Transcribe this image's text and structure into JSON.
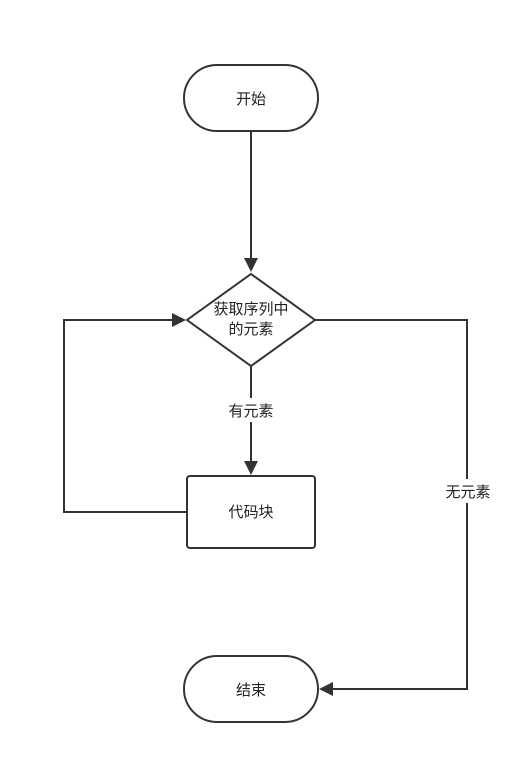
{
  "nodes": {
    "start": "开始",
    "decision_line1": "获取序列中",
    "decision_line2": "的元素",
    "code_block": "代码块",
    "end": "结束"
  },
  "edges": {
    "has_elements": "有元素",
    "no_elements": "无元素"
  }
}
